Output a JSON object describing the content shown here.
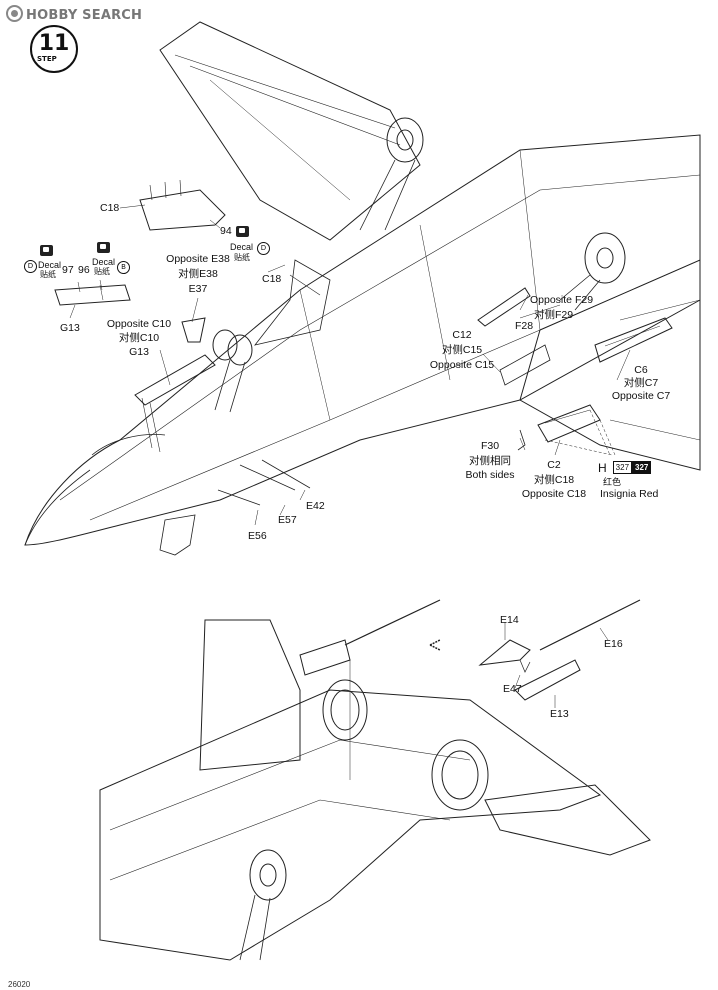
{
  "watermark": "HOBBY SEARCH",
  "step": {
    "number": "11",
    "word": "STEP"
  },
  "labels": {
    "c18_top": "C18",
    "n94": "94",
    "decal_right": "Decal",
    "decal_right_cn": "贴纸",
    "d_right": "D",
    "decal_left": "Decal",
    "decal_left_cn": "贴纸",
    "d_left": "D",
    "decal_mid": "Decal",
    "decal_mid_cn": "贴纸",
    "b_mid": "B",
    "n97": "97",
    "n96": "96",
    "g13_left": "G13",
    "opp_e38": "Opposite E38",
    "opp_e38_cn": "对侧E38",
    "e37": "E37",
    "c18_mid": "C18",
    "opp_c10": "Opposite C10",
    "opp_c10_cn": "对侧C10",
    "g13_mid": "G13",
    "c12": "C12",
    "c15_cn": "对侧C15",
    "opp_c15": "Opposite C15",
    "opp_f29": "Opposite F29",
    "f29_cn": "对侧F29",
    "f28": "F28",
    "c6": "C6",
    "c7_cn": "对侧C7",
    "opp_c7": "Opposite C7",
    "f30": "F30",
    "both_cn": "对侧相同",
    "both_sides": "Both sides",
    "c2": "C2",
    "c18_cn": "对侧C18",
    "opp_c18": "Opposite C18",
    "e42": "E42",
    "e57": "E57",
    "e56": "E56",
    "e14": "E14",
    "e16": "E16",
    "e47": "E47",
    "e13": "E13"
  },
  "paint": {
    "letter": "H",
    "code_outline": "327",
    "code_fill": "327",
    "name_cn": "红色",
    "name_en": "Insignia Red"
  },
  "page_number": "26020"
}
